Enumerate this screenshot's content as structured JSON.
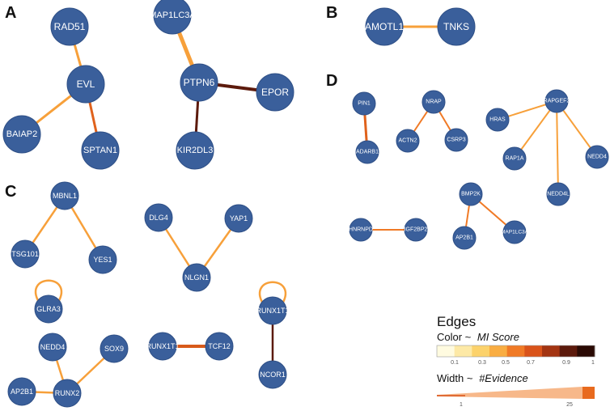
{
  "panels": [
    "A",
    "B",
    "C",
    "D"
  ],
  "nodes": [
    {
      "id": "RAD51",
      "label": "RAD51",
      "r": 23,
      "fs": 12
    },
    {
      "id": "EVL",
      "label": "EVL",
      "r": 23,
      "fs": 12
    },
    {
      "id": "BAIAP2",
      "label": "BAIAP2",
      "r": 23,
      "fs": 11
    },
    {
      "id": "SPTAN1",
      "label": "SPTAN1",
      "r": 23,
      "fs": 11
    },
    {
      "id": "MAP1LC3A",
      "label": "MAP1LC3A",
      "r": 23,
      "fs": 11
    },
    {
      "id": "PTPN6",
      "label": "PTPN6",
      "r": 23,
      "fs": 12
    },
    {
      "id": "EPOR",
      "label": "EPOR",
      "r": 23,
      "fs": 12
    },
    {
      "id": "KIR2DL3",
      "label": "KIR2DL3",
      "r": 23,
      "fs": 11
    },
    {
      "id": "AMOTL1",
      "label": "AMOTL1",
      "r": 23,
      "fs": 12
    },
    {
      "id": "TNKS",
      "label": "TNKS",
      "r": 23,
      "fs": 12
    },
    {
      "id": "MBNL1",
      "label": "MBNL1",
      "r": 17,
      "fs": 9
    },
    {
      "id": "TSG101",
      "label": "TSG101",
      "r": 17,
      "fs": 9
    },
    {
      "id": "YES1",
      "label": "YES1",
      "r": 17,
      "fs": 9
    },
    {
      "id": "DLG4",
      "label": "DLG4",
      "r": 17,
      "fs": 9
    },
    {
      "id": "YAP1",
      "label": "YAP1",
      "r": 17,
      "fs": 9
    },
    {
      "id": "NLGN1",
      "label": "NLGN1",
      "r": 17,
      "fs": 9
    },
    {
      "id": "GLRA3",
      "label": "GLRA3",
      "r": 17,
      "fs": 9
    },
    {
      "id": "NEDD4_C",
      "label": "NEDD4",
      "r": 17,
      "fs": 9
    },
    {
      "id": "SOX9",
      "label": "SOX9",
      "r": 17,
      "fs": 9
    },
    {
      "id": "AP2B1_C",
      "label": "AP2B1",
      "r": 17,
      "fs": 9
    },
    {
      "id": "RUNX2",
      "label": "RUNX2",
      "r": 17,
      "fs": 9
    },
    {
      "id": "RUNX1T1_a",
      "label": "RUNX1T1",
      "r": 17,
      "fs": 9
    },
    {
      "id": "TCF12",
      "label": "TCF12",
      "r": 17,
      "fs": 9
    },
    {
      "id": "RUNX1T1_b",
      "label": "RUNX1T1",
      "r": 17,
      "fs": 9
    },
    {
      "id": "NCOR1",
      "label": "NCOR1",
      "r": 17,
      "fs": 9
    },
    {
      "id": "PIN1",
      "label": "PIN1",
      "r": 14,
      "fs": 7
    },
    {
      "id": "ADARB1",
      "label": "ADARB1",
      "r": 14,
      "fs": 7
    },
    {
      "id": "NRAP",
      "label": "NRAP",
      "r": 14,
      "fs": 7
    },
    {
      "id": "ACTN2",
      "label": "ACTN2",
      "r": 14,
      "fs": 7
    },
    {
      "id": "CSRP3",
      "label": "CSRP3",
      "r": 14,
      "fs": 7
    },
    {
      "id": "RAPGEF2",
      "label": "RAPGEF2",
      "r": 14,
      "fs": 7
    },
    {
      "id": "HRAS",
      "label": "HRAS",
      "r": 14,
      "fs": 7
    },
    {
      "id": "RAP1A",
      "label": "RAP1A",
      "r": 14,
      "fs": 7
    },
    {
      "id": "NEDD4_D",
      "label": "NEDD4",
      "r": 14,
      "fs": 7
    },
    {
      "id": "NEDD4L",
      "label": "NEDD4L",
      "r": 14,
      "fs": 7
    },
    {
      "id": "BMP2K",
      "label": "BMP2K",
      "r": 14,
      "fs": 7
    },
    {
      "id": "AP2B1_D",
      "label": "AP2B1",
      "r": 14,
      "fs": 7
    },
    {
      "id": "MAP1LC3A_D",
      "label": "MAP1LC3A",
      "r": 14,
      "fs": 6.5
    },
    {
      "id": "HNRNPD",
      "label": "HNRNPD",
      "r": 14,
      "fs": 7
    },
    {
      "id": "IGF2BP2",
      "label": "IGF2BP2",
      "r": 14,
      "fs": 7
    }
  ],
  "edges": [
    {
      "s": "RAD51",
      "t": "EVL",
      "color": "#f7a03a",
      "w": 3
    },
    {
      "s": "EVL",
      "t": "BAIAP2",
      "color": "#f7a03a",
      "w": 3
    },
    {
      "s": "EVL",
      "t": "SPTAN1",
      "color": "#e0621c",
      "w": 3
    },
    {
      "s": "MAP1LC3A",
      "t": "PTPN6",
      "color": "#f7a03a",
      "w": 5
    },
    {
      "s": "PTPN6",
      "t": "EPOR",
      "color": "#5c1a0c",
      "w": 4
    },
    {
      "s": "PTPN6",
      "t": "KIR2DL3",
      "color": "#5c1a0c",
      "w": 3
    },
    {
      "s": "AMOTL1",
      "t": "TNKS",
      "color": "#f7a03a",
      "w": 3
    },
    {
      "s": "MBNL1",
      "t": "TSG101",
      "color": "#f7a03a",
      "w": 2.5
    },
    {
      "s": "MBNL1",
      "t": "YES1",
      "color": "#f7a03a",
      "w": 2.5
    },
    {
      "s": "DLG4",
      "t": "NLGN1",
      "color": "#f7a03a",
      "w": 2.5
    },
    {
      "s": "YAP1",
      "t": "NLGN1",
      "color": "#f7a03a",
      "w": 2.5
    },
    {
      "s": "GLRA3",
      "t": "GLRA3",
      "color": "#f7a03a",
      "w": 2.5,
      "loop": true
    },
    {
      "s": "NEDD4_C",
      "t": "RUNX2",
      "color": "#f7a03a",
      "w": 2.5
    },
    {
      "s": "SOX9",
      "t": "RUNX2",
      "color": "#f7a03a",
      "w": 2.5
    },
    {
      "s": "AP2B1_C",
      "t": "RUNX2",
      "color": "#f7a03a",
      "w": 2.5
    },
    {
      "s": "RUNX1T1_a",
      "t": "TCF12",
      "color": "#d85a1a",
      "w": 4
    },
    {
      "s": "RUNX1T1_b",
      "t": "RUNX1T1_b",
      "color": "#f7a03a",
      "w": 2.5,
      "loop": true
    },
    {
      "s": "RUNX1T1_b",
      "t": "NCOR1",
      "color": "#5c1a0c",
      "w": 2.5
    },
    {
      "s": "PIN1",
      "t": "ADARB1",
      "color": "#e0621c",
      "w": 3
    },
    {
      "s": "NRAP",
      "t": "ACTN2",
      "color": "#f07a26",
      "w": 2
    },
    {
      "s": "NRAP",
      "t": "CSRP3",
      "color": "#f07a26",
      "w": 2
    },
    {
      "s": "RAPGEF2",
      "t": "HRAS",
      "color": "#f7a03a",
      "w": 2
    },
    {
      "s": "RAPGEF2",
      "t": "RAP1A",
      "color": "#f7a03a",
      "w": 2
    },
    {
      "s": "RAPGEF2",
      "t": "NEDD4_D",
      "color": "#f7a03a",
      "w": 2
    },
    {
      "s": "RAPGEF2",
      "t": "NEDD4L",
      "color": "#f7a03a",
      "w": 2
    },
    {
      "s": "BMP2K",
      "t": "AP2B1_D",
      "color": "#f07a26",
      "w": 2
    },
    {
      "s": "BMP2K",
      "t": "MAP1LC3A_D",
      "color": "#f07a26",
      "w": 2
    },
    {
      "s": "HNRNPD",
      "t": "IGF2BP2",
      "color": "#f07a26",
      "w": 2
    }
  ],
  "legend": {
    "title": "Edges",
    "color_label": "Color ~",
    "color_metric": "MI Score",
    "width_label": "Width ~",
    "width_metric": "#Evidence",
    "color_ticks": [
      "0.1",
      "0.3",
      "0.5",
      "0.7",
      "0.9",
      "1"
    ],
    "width_ticks": [
      "1",
      "25"
    ],
    "swatches": [
      "#fffbe0",
      "#fde9a6",
      "#fcd26b",
      "#f9ad42",
      "#f07a26",
      "#d9531a",
      "#a33412",
      "#5c1a0c",
      "#2a0a04"
    ]
  }
}
